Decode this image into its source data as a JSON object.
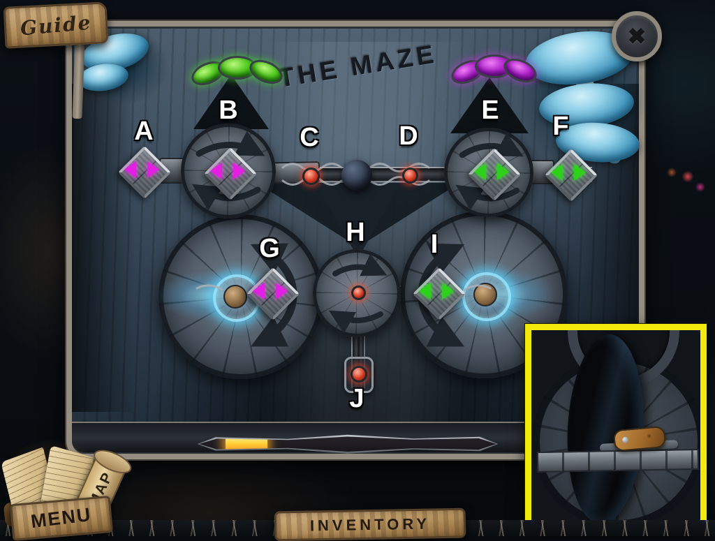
{
  "hud": {
    "guide_label": "Guide",
    "close_icon": "✖",
    "menu_label": "MENU",
    "map_label": "MAP",
    "inventory_label": "INVENTORY"
  },
  "puzzle": {
    "title": "THE MAZE",
    "markers": [
      "A",
      "B",
      "C",
      "D",
      "E",
      "F",
      "G",
      "H",
      "I",
      "J"
    ],
    "indicators": {
      "left_gems": {
        "color_name": "green",
        "color": "#2ed119",
        "count": 3
      },
      "right_gems": {
        "color_name": "purple",
        "color": "#ab1cc8",
        "count": 3
      }
    },
    "buttons": [
      {
        "id": "A",
        "arrows": "magenta",
        "on_dial": false
      },
      {
        "id": "B",
        "arrows": "magenta",
        "on_dial": true
      },
      {
        "id": "E",
        "arrows": "green",
        "on_dial": true
      },
      {
        "id": "F",
        "arrows": "green",
        "on_dial": false
      },
      {
        "id": "G",
        "arrows": "magenta",
        "on_dial": false
      },
      {
        "id": "I",
        "arrows": "green",
        "on_dial": false
      }
    ],
    "nodes": [
      {
        "id": "C",
        "type": "red-dot"
      },
      {
        "id": "D",
        "type": "red-dot"
      },
      {
        "id": "H",
        "type": "red-dot-wheel-center"
      },
      {
        "id": "J",
        "type": "red-dot"
      }
    ],
    "progress_fill_fraction": 0.13,
    "colors": {
      "magenta": "#e21fe2",
      "green": "#2ed119",
      "red_dot": "#d63a22",
      "cyan_glow": "#45c8f5",
      "inset_border": "#f2ea0a",
      "progress_fill": "#ffd23a"
    },
    "inset": {
      "depicts": "close-up of wheel with knife on stone ledge"
    }
  }
}
